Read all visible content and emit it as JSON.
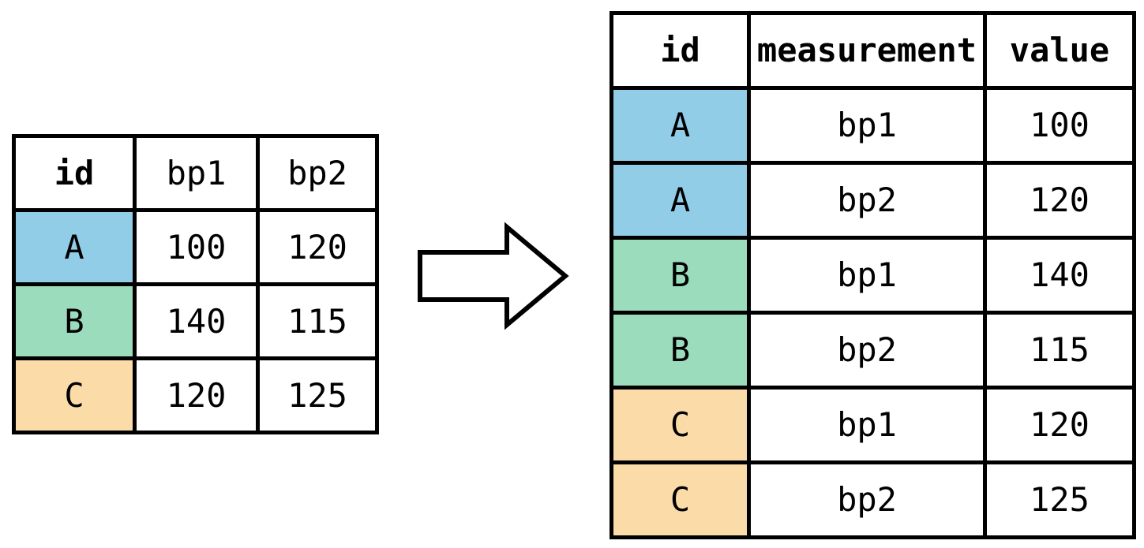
{
  "diagram": {
    "title": "pivot-longer-transformation",
    "arrow": {
      "name": "transformation-arrow",
      "direction": "right"
    },
    "colors": {
      "id_A": "#92CDE8",
      "id_B": "#9ADCBC",
      "id_C": "#FBDCA8",
      "border": "#000000",
      "background": "#FFFFFF",
      "text": "#000000"
    }
  },
  "wide_table": {
    "name": "wide-format-table",
    "headers": [
      "id",
      "bp1",
      "bp2"
    ],
    "header_bold": [
      true,
      false,
      false
    ],
    "rows": [
      {
        "id": "A",
        "bp1": "100",
        "bp2": "120",
        "fill": "fill-A"
      },
      {
        "id": "B",
        "bp1": "140",
        "bp2": "115",
        "fill": "fill-B"
      },
      {
        "id": "C",
        "bp1": "120",
        "bp2": "125",
        "fill": "fill-C"
      }
    ]
  },
  "long_table": {
    "name": "long-format-table",
    "headers": [
      "id",
      "measurement",
      "value"
    ],
    "header_bold": [
      true,
      true,
      true
    ],
    "rows": [
      {
        "id": "A",
        "measurement": "bp1",
        "value": "100",
        "fill": "fill-A"
      },
      {
        "id": "A",
        "measurement": "bp2",
        "value": "120",
        "fill": "fill-A"
      },
      {
        "id": "B",
        "measurement": "bp1",
        "value": "140",
        "fill": "fill-B"
      },
      {
        "id": "B",
        "measurement": "bp2",
        "value": "115",
        "fill": "fill-B"
      },
      {
        "id": "C",
        "measurement": "bp1",
        "value": "120",
        "fill": "fill-C"
      },
      {
        "id": "C",
        "measurement": "bp2",
        "value": "125",
        "fill": "fill-C"
      }
    ]
  }
}
